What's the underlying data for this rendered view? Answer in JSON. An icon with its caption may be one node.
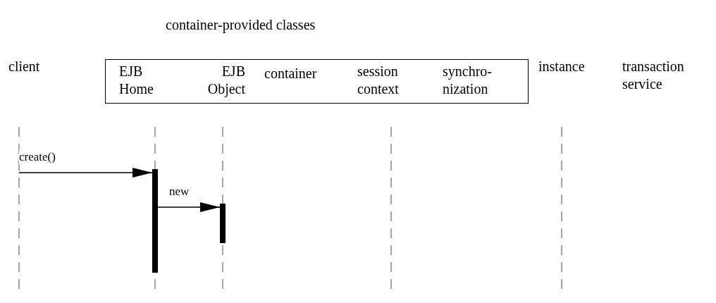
{
  "diagram": {
    "nodes": [
      {
        "text": [
          "client"
        ]
      },
      {
        "text": [
          "container-provided classes"
        ]
      },
      {
        "text": [
          "EJB Home"
        ],
        "in": 1
      },
      {
        "text": [
          "EJB Object"
        ],
        "in": 1
      },
      {
        "text": [
          "container"
        ],
        "in": 1
      },
      {
        "text": [
          "session context"
        ],
        "in": 1
      },
      {
        "text": [
          "synchro- nization"
        ],
        "in": 1
      },
      {
        "text": [
          "instance"
        ]
      },
      {
        "text": [
          "transaction service"
        ]
      },
      {
        "text": [],
        "shape": "bar"
      },
      {
        "text": [],
        "shape": "bar"
      }
    ],
    "edges": [
      {
        "from": null,
        "to": 9,
        "arrow": "to",
        "label": "create()"
      },
      {
        "from": 9,
        "to": 10,
        "arrow": "to",
        "label": "new"
      }
    ]
  }
}
